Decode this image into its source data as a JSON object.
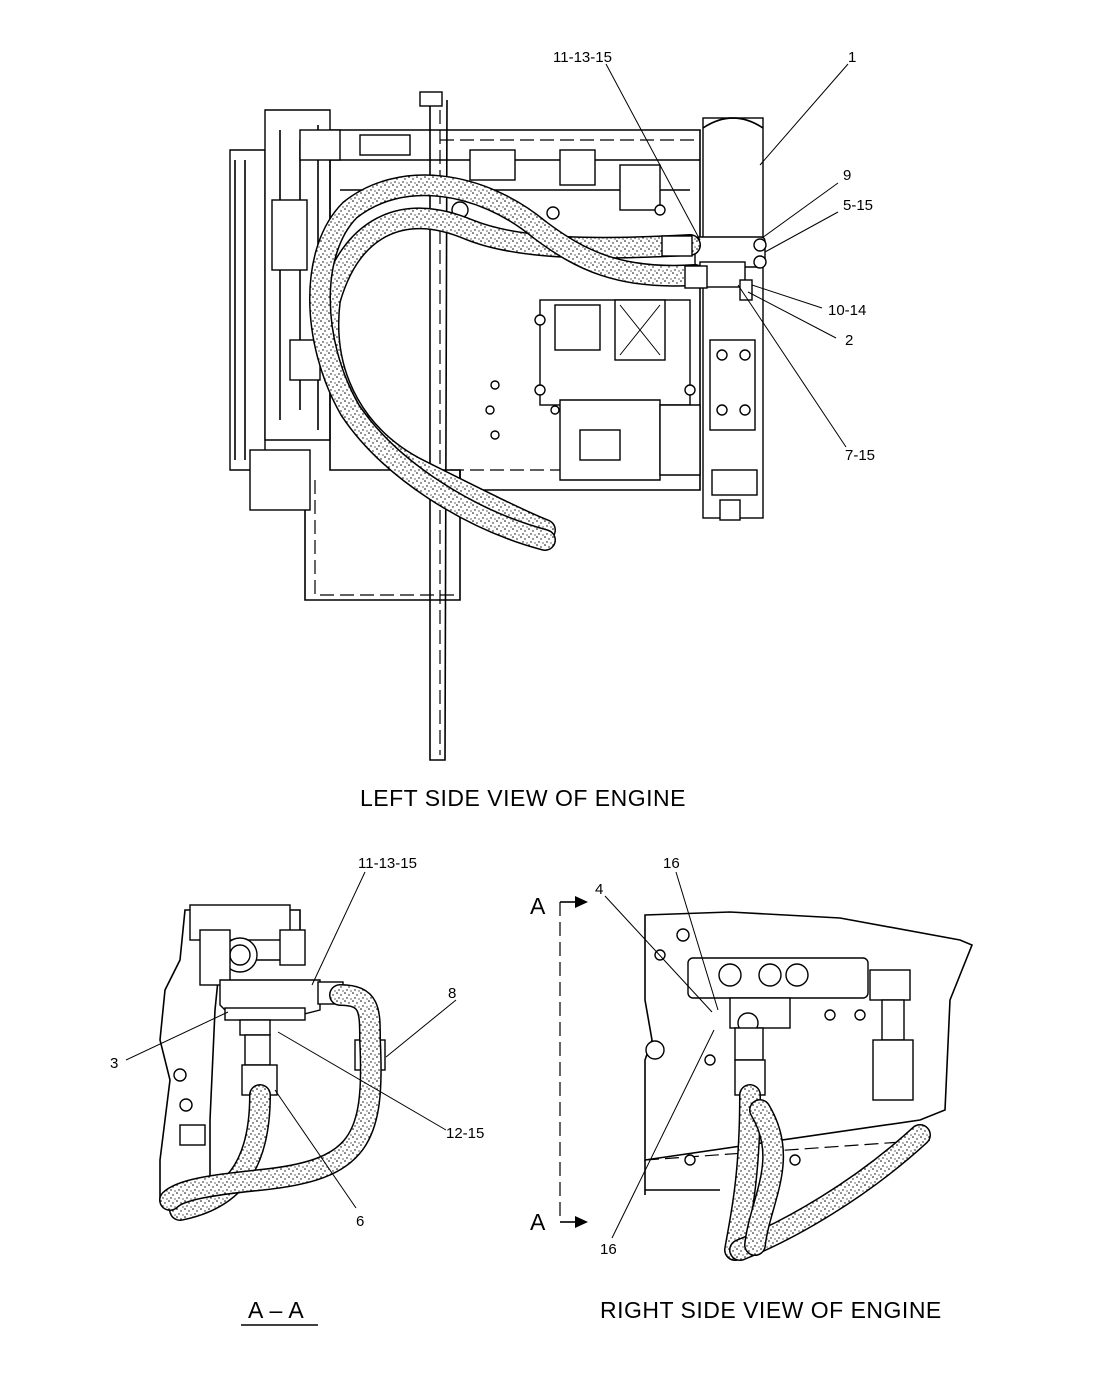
{
  "views": {
    "left_title": "LEFT SIDE VIEW OF ENGINE",
    "section_title": "A – A",
    "right_title": "RIGHT SIDE VIEW OF ENGINE",
    "section_marker_top": "A",
    "section_marker_bottom": "A"
  },
  "callouts": {
    "left": {
      "c1": "11-13-15",
      "c2": "1",
      "c3": "9",
      "c4": "5-15",
      "c5": "10-14",
      "c6": "2",
      "c7": "7-15"
    },
    "section": {
      "c1": "11-13-15",
      "c2": "8",
      "c3": "3",
      "c4": "12-15",
      "c5": "6"
    },
    "right": {
      "c1": "16",
      "c2": "4",
      "c3": "16"
    }
  }
}
